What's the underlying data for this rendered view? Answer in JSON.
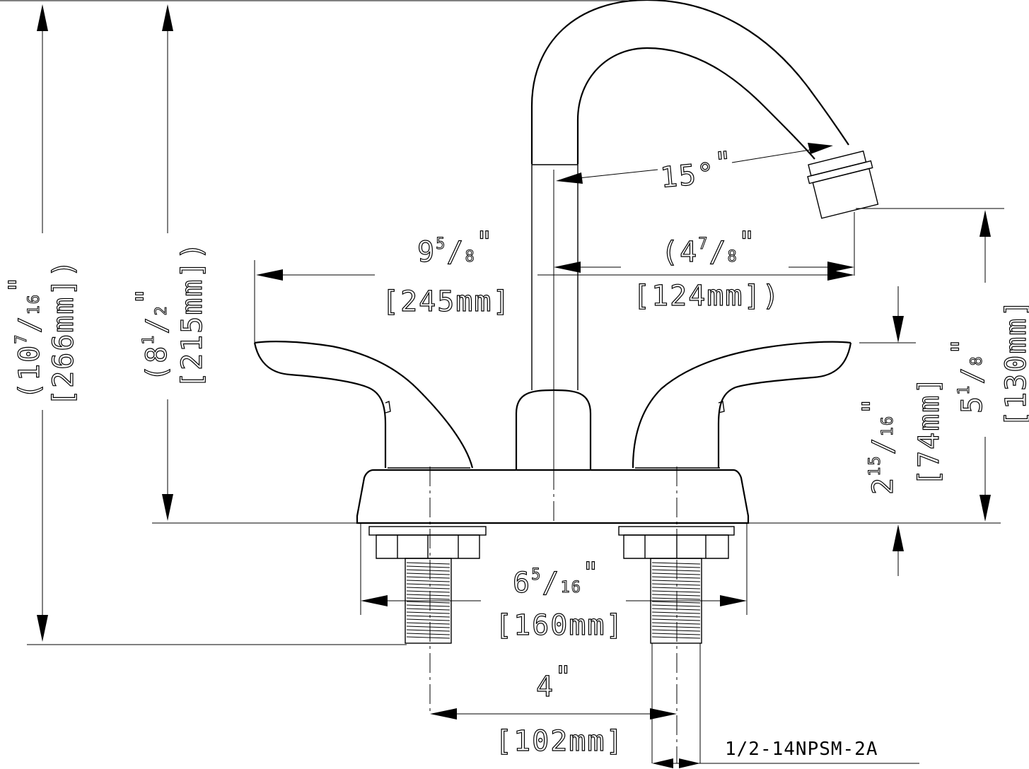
{
  "dimensions": {
    "overall_height": {
      "open": "(",
      "whole": "10",
      "num": "7",
      "den": "16",
      "unit": "\"",
      "metric": "[266mm]",
      "close": ")"
    },
    "spout_height": {
      "open": "(",
      "whole": "8",
      "num": "1",
      "den": "2",
      "unit": "\"",
      "metric": "[215mm]",
      "close": ")"
    },
    "overall_width": {
      "whole": "9",
      "num": "5",
      "den": "8",
      "unit": "\"",
      "metric": "[245mm]"
    },
    "spout_reach": {
      "open": "(",
      "whole": "4",
      "num": "7",
      "den": "8",
      "unit": "\"",
      "metric": "[124mm])"
    },
    "spout_angle": {
      "value": "15°",
      "unit": "\""
    },
    "aerator_height": {
      "whole": "5",
      "num": "1",
      "den": "8",
      "unit": "\"",
      "metric": "[130mm]"
    },
    "handle_height": {
      "whole": "2",
      "num": "15",
      "den": "16",
      "unit": "\"",
      "metric": "[74mm]"
    },
    "base_width": {
      "whole": "6",
      "num": "5",
      "den": "16",
      "unit": "\"",
      "metric": "[160mm]"
    },
    "center_spacing": {
      "value": "4",
      "unit": "\"",
      "metric": "[102mm]"
    }
  },
  "notes": {
    "thread_spec": "1/2-14NPSM-2A"
  }
}
